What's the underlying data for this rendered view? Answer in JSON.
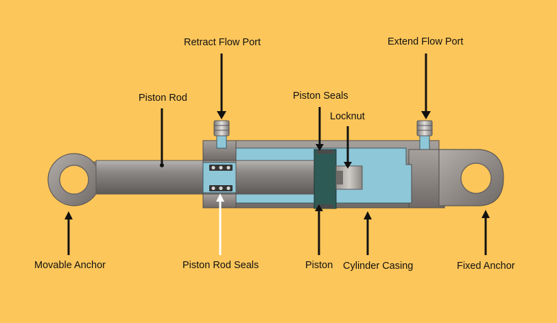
{
  "labels": {
    "retract_flow_port": "Retract Flow Port",
    "extend_flow_port": "Extend Flow Port",
    "piston_rod": "Piston Rod",
    "piston_seals": "Piston Seals",
    "locknut": "Locknut",
    "movable_anchor": "Movable Anchor",
    "piston_rod_seals": "Piston Rod Seals",
    "piston": "Piston",
    "cylinder_casing": "Cylinder Casing",
    "fixed_anchor": "Fixed Anchor"
  },
  "colors": {
    "background": "#FDC65A",
    "fluid": "#8EC7D8",
    "metal": "#8A8582",
    "piston": "#2E5A55",
    "arrow": "#111111",
    "arrow_light": "#FFFFFF"
  }
}
